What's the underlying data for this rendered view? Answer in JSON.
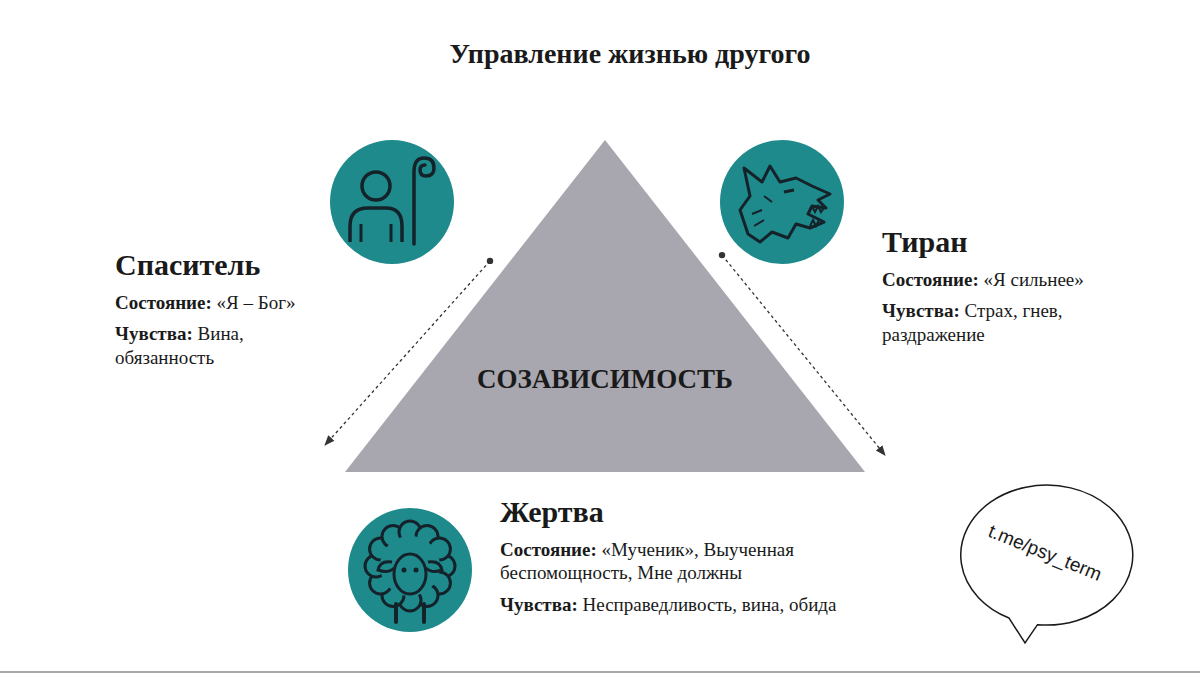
{
  "diagram": {
    "title": "Управление жизнью другого",
    "nodes": [
      {
        "text": [
          "Спаситель",
          "Состояние:",
          "«Я – Бог»",
          "Чувства:",
          "Вина, обязанность"
        ]
      },
      {
        "text": [
          "Тиран",
          "Состояние:",
          "«Я сильнее»",
          "Чувства:",
          "Страх, гнев, раздражение"
        ]
      },
      {
        "text": [
          "СОЗАВИСИМОСТЬ"
        ]
      },
      {
        "text": [
          "Жертва",
          "Состояние:",
          "«Мученик», Выученная беспомощность, Мне должны",
          "Чувства:",
          "Несправедливость, вина, обида"
        ]
      },
      {
        "text": [
          "t.me/psy_term"
        ]
      }
    ],
    "edges": [
      {
        "from": 0,
        "to": 3,
        "arrow": "to"
      },
      {
        "from": 1,
        "to": 3,
        "arrow": "to"
      }
    ]
  }
}
